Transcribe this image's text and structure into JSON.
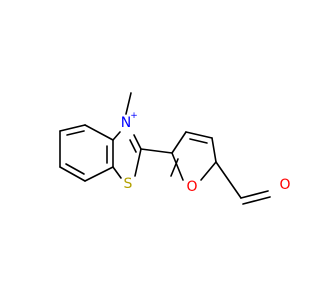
{
  "molecule": {
    "atoms": {
      "nitrogen": {
        "symbol": "N",
        "charge": "+"
      },
      "sulfur": {
        "symbol": "S"
      },
      "furan_oxygen": {
        "symbol": "O"
      },
      "aldehyde_oxygen": {
        "symbol": "O"
      }
    },
    "colors": {
      "bond": "#000000",
      "nitrogen": "#0000ff",
      "sulfur": "#b3a100",
      "oxygen": "#ff0000"
    }
  }
}
